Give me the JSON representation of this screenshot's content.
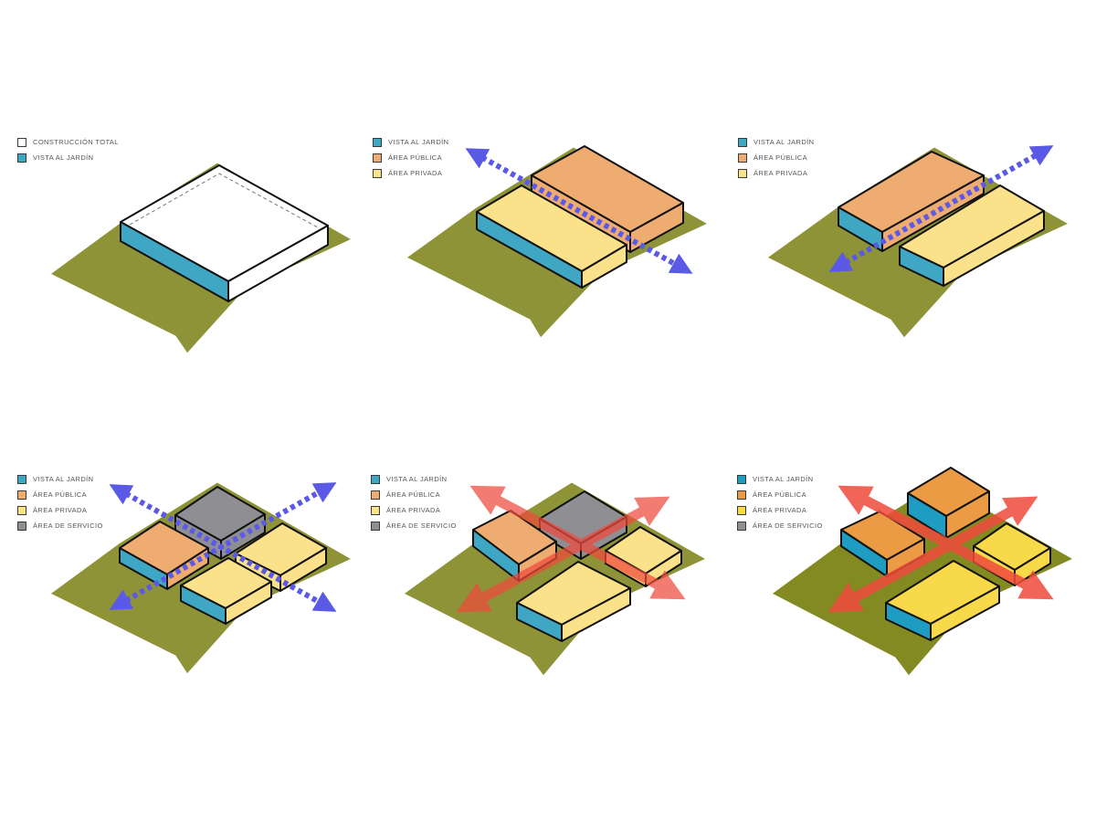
{
  "colors": {
    "white": "#ffffff",
    "blue": "#3fa7c4",
    "orange": "#efac70",
    "yellow": "#fbe28a",
    "gray": "#8f8e93",
    "green": "#8f9338",
    "arrow_blue": "#5a5ae6",
    "arrow_red": "#ef4a3c",
    "blue_strong": "#1f9cc1",
    "orange_strong": "#eb9b43",
    "yellow_strong": "#f8d949",
    "green_strong": "#848a22"
  },
  "diagrams": [
    {
      "legend": [
        {
          "label": "CONSTRUCCIÓN TOTAL",
          "color": "#ffffff"
        },
        {
          "label": "VISTA AL JARDÍN",
          "color": "#3fa7c4"
        }
      ]
    },
    {
      "legend": [
        {
          "label": "VISTA AL JARDÍN",
          "color": "#3fa7c4"
        },
        {
          "label": "ÁREA PÚBLICA",
          "color": "#efac70"
        },
        {
          "label": "ÁREA PRIVADA",
          "color": "#fbe28a"
        }
      ]
    },
    {
      "legend": [
        {
          "label": "VISTA AL JARDÍN",
          "color": "#3fa7c4"
        },
        {
          "label": "ÁREA PÚBLICA",
          "color": "#efac70"
        },
        {
          "label": "ÁREA PRIVADA",
          "color": "#fbe28a"
        }
      ]
    },
    {
      "legend": [
        {
          "label": "VISTA AL JARDÍN",
          "color": "#3fa7c4"
        },
        {
          "label": "ÁREA PÚBLICA",
          "color": "#efac70"
        },
        {
          "label": "ÁREA PRIVADA",
          "color": "#fbe28a"
        },
        {
          "label": "ÁREA DE SERVICIO",
          "color": "#8f8e93"
        }
      ]
    },
    {
      "legend": [
        {
          "label": "VISTA AL JARDÍN",
          "color": "#3fa7c4"
        },
        {
          "label": "ÁREA PÚBLICA",
          "color": "#efac70"
        },
        {
          "label": "ÁREA PRIVADA",
          "color": "#fbe28a"
        },
        {
          "label": "ÁREA DE SERVICIO",
          "color": "#8f8e93"
        }
      ]
    },
    {
      "legend": [
        {
          "label": "VISTA AL JARDÍN",
          "color": "#1f9cc1"
        },
        {
          "label": "ÁREA PÚBLICA",
          "color": "#eb9b43"
        },
        {
          "label": "ÁREA PRIVADA",
          "color": "#f8d949"
        },
        {
          "label": "ÁREA DE SERVICIO",
          "color": "#8f8e93"
        }
      ]
    }
  ]
}
